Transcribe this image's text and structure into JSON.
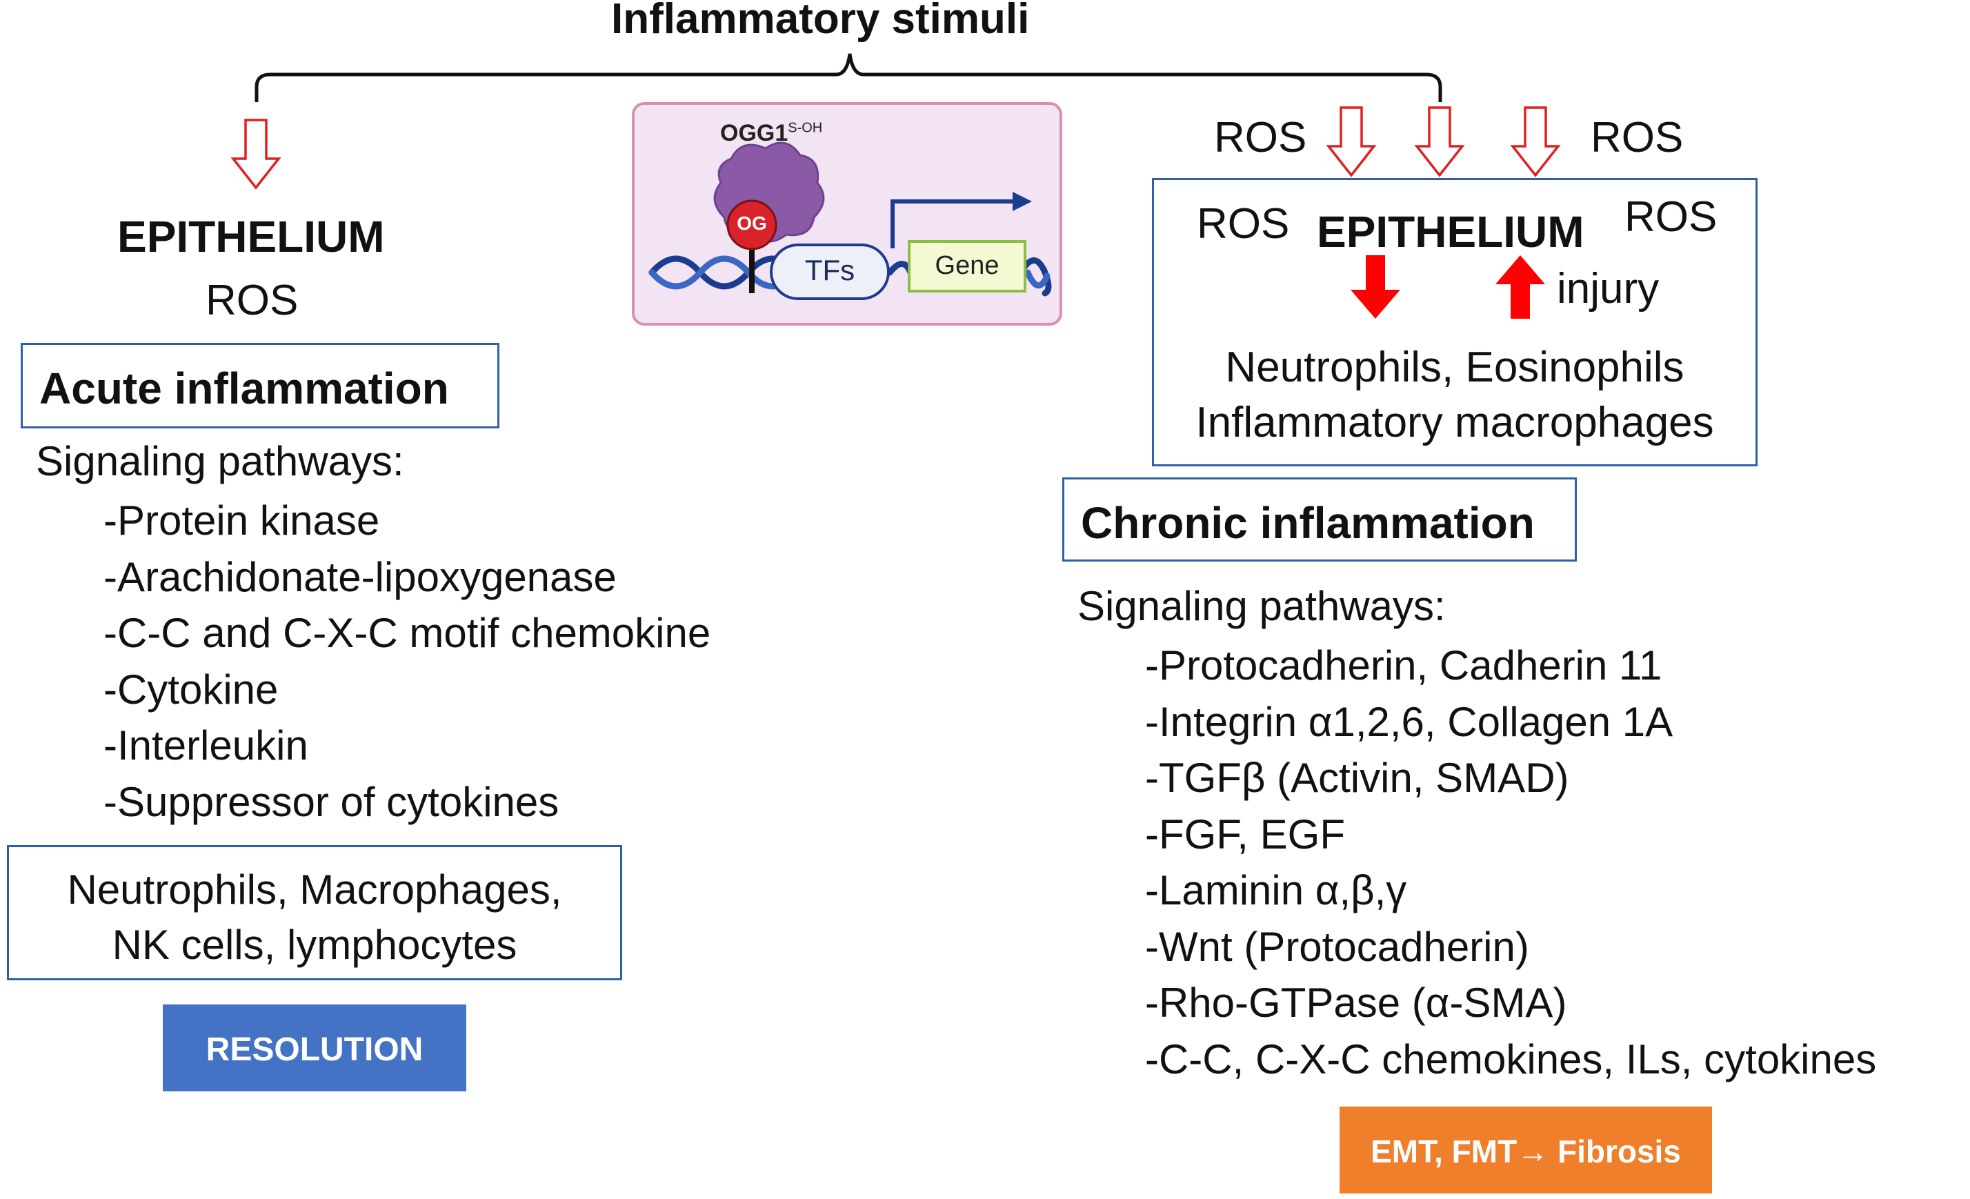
{
  "title": "Inflammatory stimuli",
  "left": {
    "epithelium": "EPITHELIUM",
    "ros": "ROS",
    "acute_box": "Acute inflammation",
    "pathways_heading": "Signaling pathways:",
    "pathways": [
      "-Protein kinase",
      "-Arachidonate-lipoxygenase",
      "-C-C and C-X-C motif chemokine",
      "-Cytokine",
      "-Interleukin",
      "-Suppressor of cytokines"
    ],
    "cells_box": [
      "Neutrophils, Macrophages,",
      "NK cells, lymphocytes"
    ],
    "resolution_button": "RESOLUTION"
  },
  "center": {
    "ogg1_label": "OGG1",
    "ogg1_superscript": "S-OH",
    "og_label": "OG",
    "tfs_label": "TFs",
    "gene_label": "Gene"
  },
  "right": {
    "ros_top_left": "ROS",
    "ros_top_right": "ROS",
    "ros_box_left": "ROS",
    "ros_box_right": "ROS",
    "epithelium": "EPITHELIUM",
    "injury": "injury",
    "cells": [
      "Neutrophils, Eosinophils",
      "Inflammatory macrophages"
    ],
    "chronic_box": "Chronic inflammation",
    "pathways_heading": "Signaling pathways:",
    "pathways": [
      "-Protocadherin, Cadherin 11",
      "-Integrin α1,2,6, Collagen 1A",
      "-TGFβ (Activin, SMAD)",
      "-FGF, EGF",
      "-Laminin α,β,γ",
      "-Wnt (Protocadherin)",
      "-Rho-GTPase (α-SMA)",
      "-C-C, C-X-C chemokines, ILs, cytokines"
    ],
    "fibrosis_button": "EMT, FMT→ Fibrosis"
  },
  "colors": {
    "box_border": "#2e5fa8",
    "resolution": "#4472c4",
    "fibrosis": "#f07f2b",
    "arrow_red": "#ff0000",
    "outline_arrow": "#e02020",
    "panel_bg": "#f2e4f3",
    "panel_border": "#d98fb4",
    "protein": "#8a5aa6",
    "og_red": "#d8232a",
    "dna_blue": "#1c3d8f",
    "gene_fill": "#f4f9d4",
    "gene_border": "#8cbf3f"
  }
}
